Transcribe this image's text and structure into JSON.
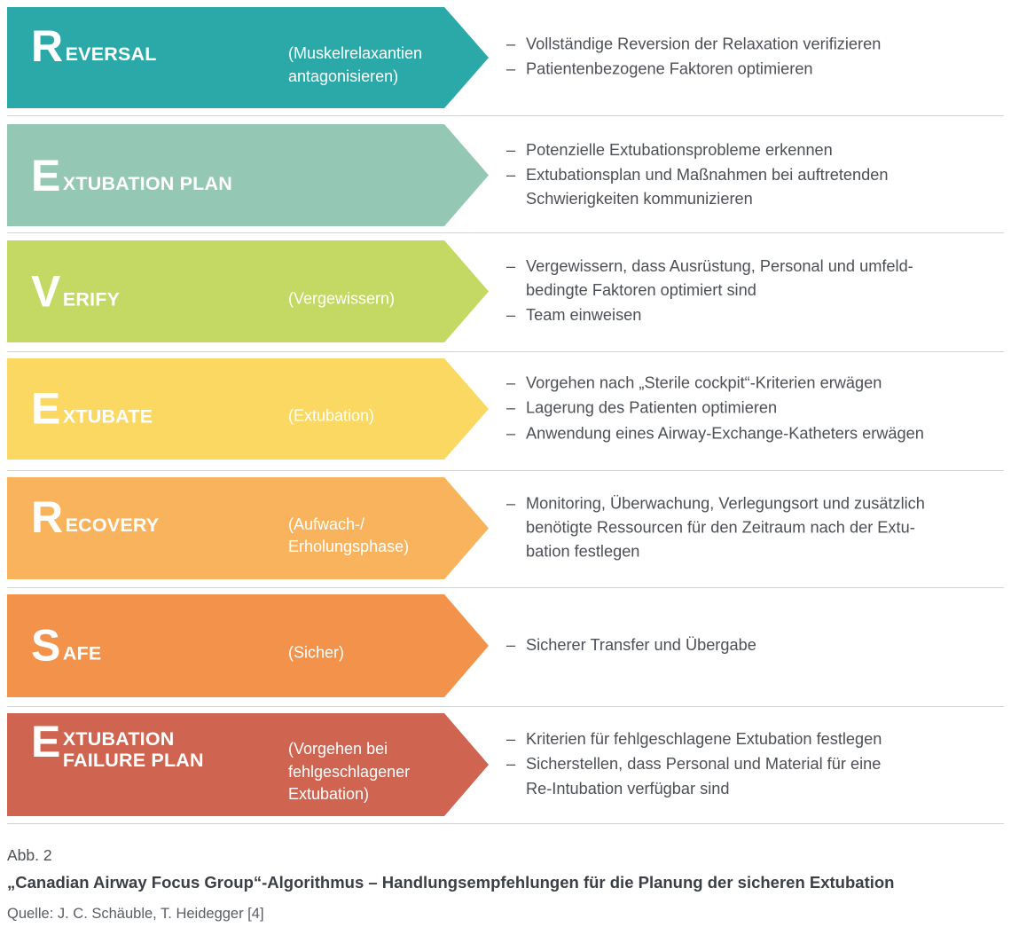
{
  "figure": {
    "rows": [
      {
        "key": "reversal",
        "initial": "R",
        "rest": "EVERSAL",
        "subtitle": "(Muskelrelaxantien\nantagonisieren)",
        "color": "#2ba8a8",
        "bullets": [
          "Vollständige Reversion der Relaxation verifizieren",
          "Patientenbezogene Faktoren optimieren"
        ]
      },
      {
        "key": "extubation-plan",
        "initial": "E",
        "rest": "XTUBATION PLAN",
        "subtitle": "",
        "color": "#94c7b4",
        "bullets": [
          "Potenzielle Extubationsprobleme erkennen",
          "Extubationsplan und Maßnahmen bei auftretenden\nSchwierigkeiten kommunizieren"
        ]
      },
      {
        "key": "verify",
        "initial": "V",
        "rest": "ERIFY",
        "subtitle": "(Vergewissern)",
        "color": "#c4d864",
        "bullets": [
          "Vergewissern, dass Ausrüstung, Personal und umfeld-\nbedingte Faktoren optimiert sind",
          "Team einweisen"
        ]
      },
      {
        "key": "extubate",
        "initial": "E",
        "rest": "XTUBATE",
        "subtitle": "(Extubation)",
        "color": "#fbd862",
        "bullets": [
          "Vorgehen nach „Sterile cockpit“-Kriterien erwägen",
          "Lagerung des Patienten optimieren",
          "Anwendung eines Airway-Exchange-Katheters erwägen"
        ]
      },
      {
        "key": "recovery",
        "initial": "R",
        "rest": "ECOVERY",
        "subtitle": "(Aufwach-/\nErholungsphase)",
        "color": "#f8b35c",
        "bullets": [
          "Monitoring, Überwachung, Verlegungsort und zusätzlich\nbenötigte Ressourcen für den Zeitraum nach der Extu-\nbation festlegen"
        ]
      },
      {
        "key": "safe",
        "initial": "S",
        "rest": "AFE",
        "subtitle": "(Sicher)",
        "color": "#f2924b",
        "bullets": [
          "Sicherer Transfer und Übergabe"
        ]
      },
      {
        "key": "extubation-failure-plan",
        "initial": "E",
        "rest": "XTUBATION\nFAILURE PLAN",
        "subtitle": "(Vorgehen bei\nfehlgeschlagener\nExtubation)",
        "color": "#cf6450",
        "bullets": [
          "Kriterien für fehlgeschlagene Extubation festlegen",
          "Sicherstellen, dass Personal und Material für eine\nRe-Intubation verfügbar sind"
        ]
      }
    ],
    "bullet_marker": "–"
  },
  "caption": {
    "label": "Abb. 2",
    "title": "„Canadian Airway Focus Group“-Algorithmus – Handlungsempfehlungen für die Planung der sicheren Extubation",
    "source": "Quelle: J. C. Schäuble, T. Heidegger [4]"
  }
}
